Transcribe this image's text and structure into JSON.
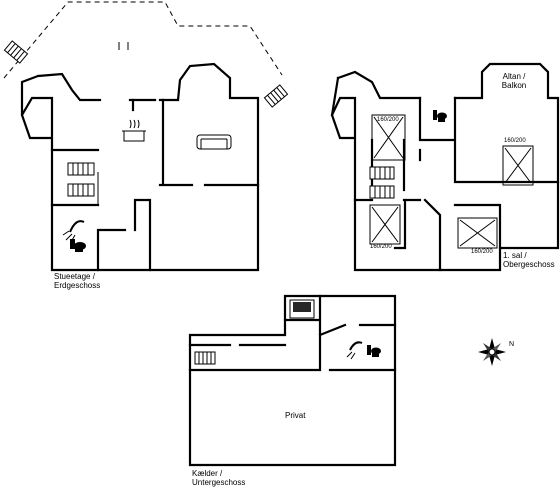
{
  "floors": {
    "ground": {
      "name": "Stueetage /",
      "name2": "Erdgeschoss"
    },
    "first": {
      "name": "1. sal /",
      "name2": "Obergeschoss"
    },
    "basement": {
      "name": "Kælder /",
      "name2": "Untergeschoss"
    }
  },
  "rooms": {
    "balcony": {
      "line1": "Altan /",
      "line2": "Balkon"
    },
    "private": {
      "label": "Privat"
    }
  },
  "beds": [
    {
      "size": "160/200"
    },
    {
      "size": "160/200"
    },
    {
      "size": "160/200"
    },
    {
      "size": "160/200"
    }
  ],
  "compass": {
    "north": "N"
  },
  "icons": [
    "stairs-icon",
    "stove-icon",
    "sofa-icon",
    "shower-icon",
    "toilet-icon",
    "sauna-icon",
    "compass-icon"
  ]
}
